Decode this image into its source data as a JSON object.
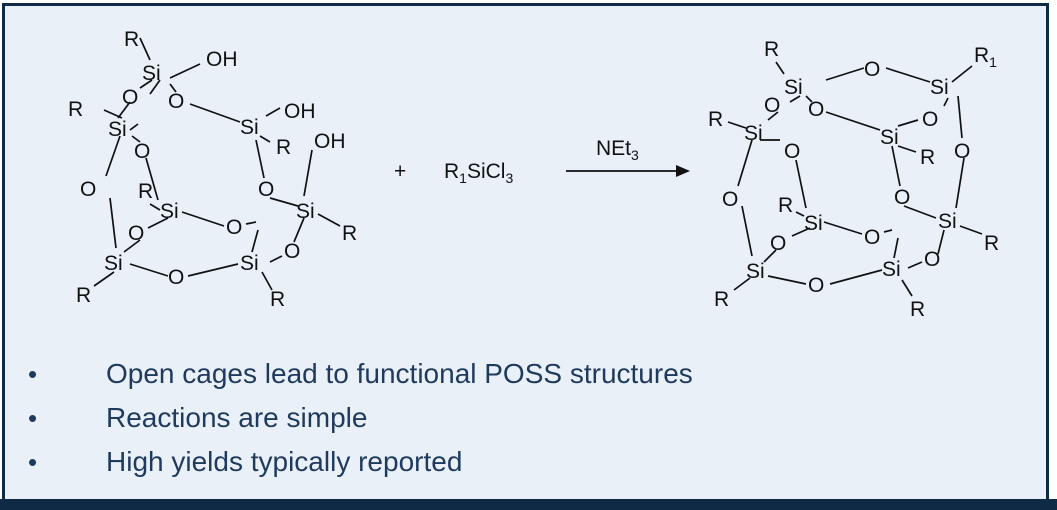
{
  "reactant": {
    "atoms": {
      "si": "Si",
      "o": "O",
      "r": "R",
      "oh": "OH"
    }
  },
  "reagent": {
    "plus": "+",
    "r1sicl3_main": "R",
    "r1sicl3_sub1": "1",
    "r1sicl3_mid": "SiCl",
    "r1sicl3_sub2": "3",
    "arrow_label_main": "NEt",
    "arrow_label_sub": "3"
  },
  "product": {
    "atoms": {
      "si": "Si",
      "o": "O",
      "r": "R"
    },
    "r1_main": "R",
    "r1_sub": "1"
  },
  "bullets": [
    "Open cages lead to functional POSS structures",
    "Reactions are simple",
    "High yields typically reported"
  ],
  "colors": {
    "panel_bg": "#e9f0f8",
    "border": "#0f2a44",
    "text": "#1f3a5c"
  }
}
